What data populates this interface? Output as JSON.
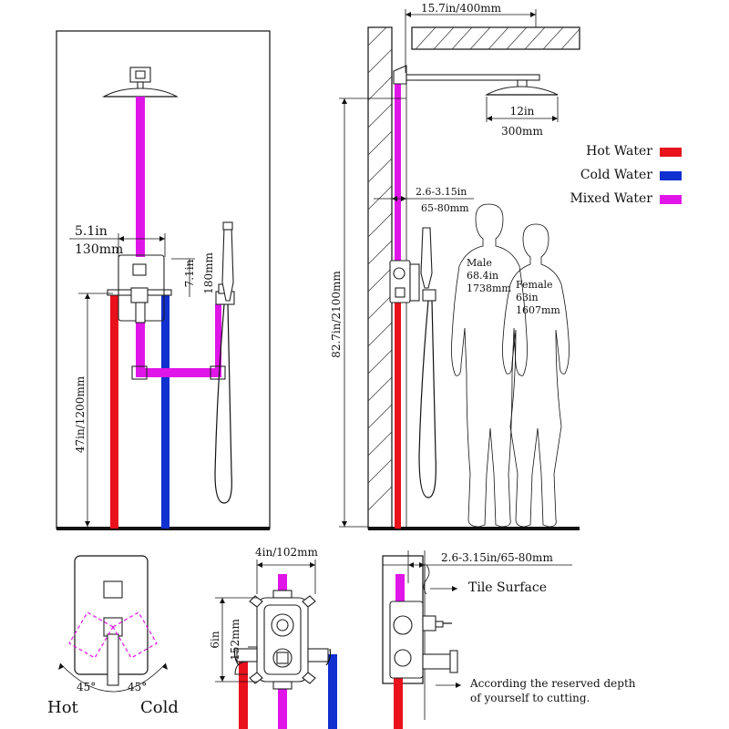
{
  "colors": {
    "hot": "#e8111c",
    "cold": "#1030d0",
    "mixed": "#e015e8",
    "ink": "#111111"
  },
  "front_view": {
    "width_label_in": "5.1in",
    "width_label_mm": "130mm",
    "handheld_height_in": "7.1in",
    "handheld_height_mm": "180mm",
    "valve_height_label": "47in/1200mm"
  },
  "side_view": {
    "arm_length_label": "15.7in/400mm",
    "head_size_in": "12in",
    "head_size_mm": "300mm",
    "total_height_label": "82.7in/2100mm",
    "depth_in": "2.6-3.15in",
    "depth_mm": "65-80mm"
  },
  "legend": {
    "hot_label": "Hot Water",
    "cold_label": "Cold Water",
    "mixed_label": "Mixed Water"
  },
  "figures": {
    "male_label": "Male",
    "male_in": "68.4in",
    "male_mm": "1738mm",
    "female_label": "Female",
    "female_in": "63in",
    "female_mm": "1607mm"
  },
  "handle_view": {
    "left_angle": "45°",
    "right_angle": "45°",
    "hot_label": "Hot",
    "cold_label": "Cold"
  },
  "valve_box": {
    "width_label": "4in/102mm",
    "height_in": "6in",
    "height_mm": "152mm"
  },
  "install_depth": {
    "depth_label": "2.6-3.15in/65-80mm",
    "tile_label": "Tile Surface",
    "note_line1": "According the reserved depth",
    "note_line2": "of yourself to cutting."
  }
}
